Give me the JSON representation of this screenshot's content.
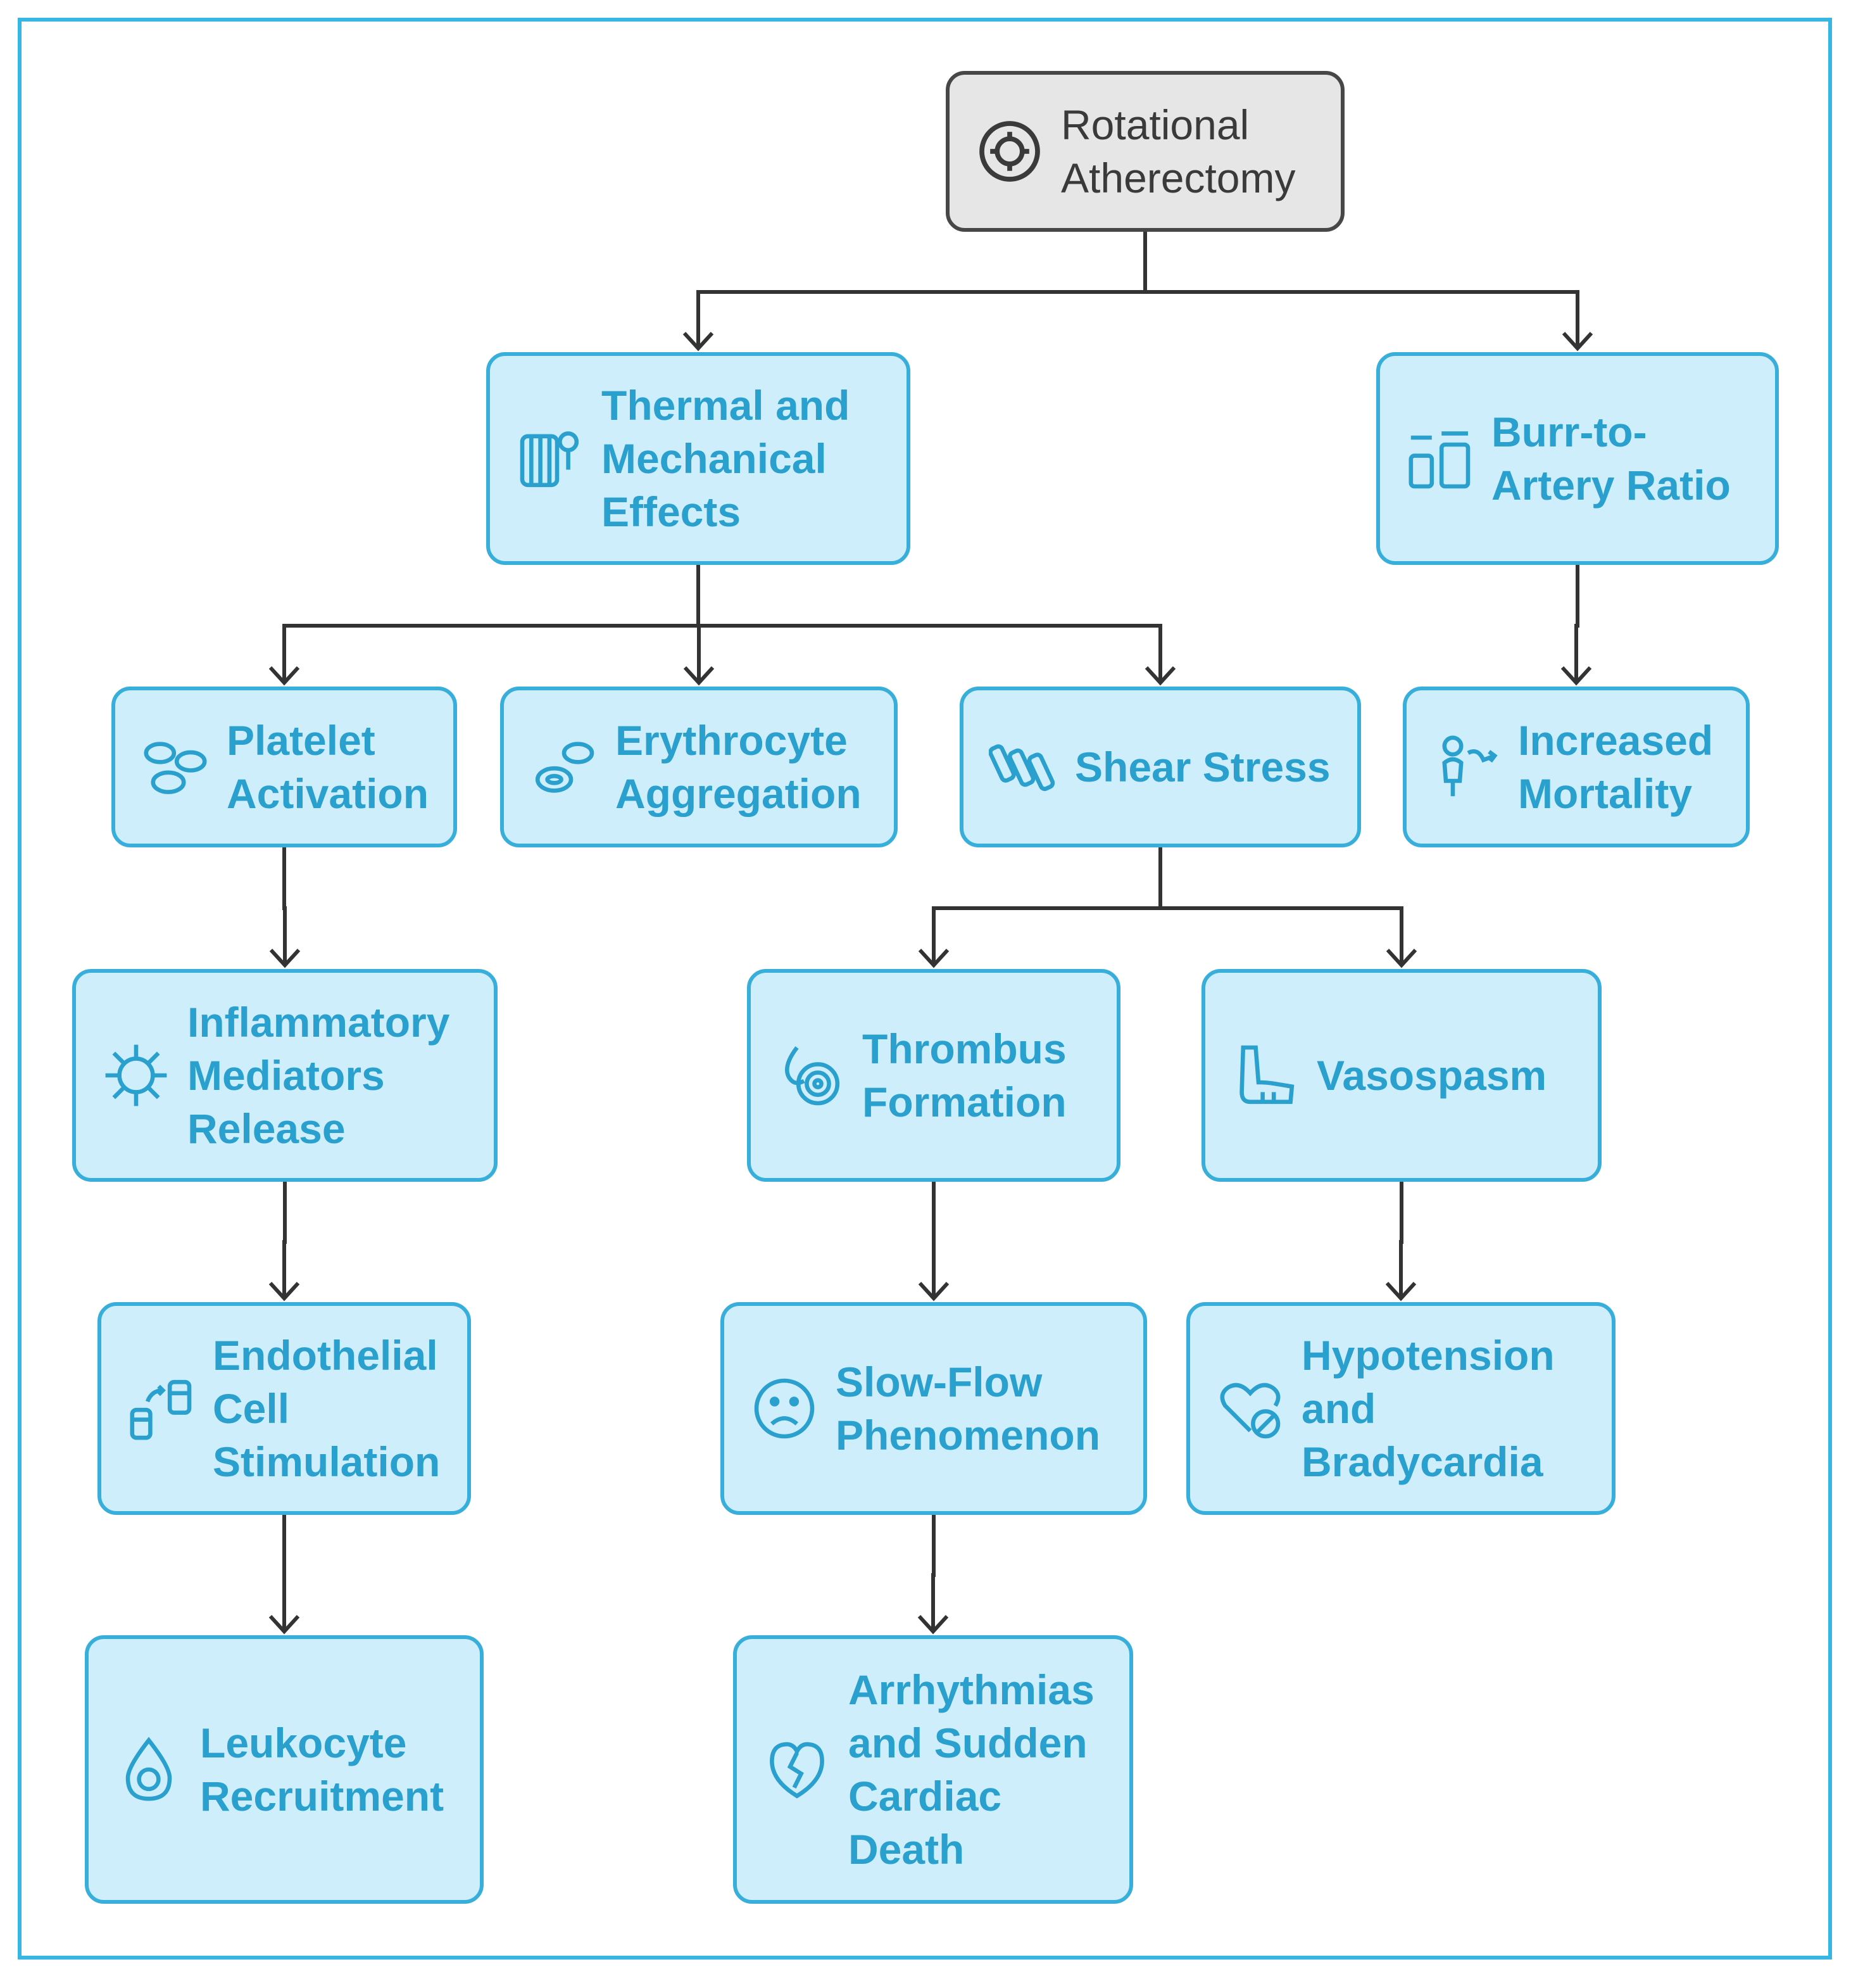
{
  "diagram": {
    "root": {
      "label": "Rotational Atherectomy",
      "icon": "gear-icon"
    },
    "nodes": {
      "thermal": {
        "label": "Thermal and Mechanical Effects",
        "icon": "thermal-mechanical-icon"
      },
      "burr": {
        "label": "Burr-to-Artery Ratio",
        "icon": "ratio-icon"
      },
      "platelet": {
        "label": "Platelet Activation",
        "icon": "platelet-icon"
      },
      "erythrocyte": {
        "label": "Erythrocyte Aggregation",
        "icon": "erythrocyte-icon"
      },
      "shear": {
        "label": "Shear Stress",
        "icon": "shear-stress-icon"
      },
      "mortality": {
        "label": "Increased Mortality",
        "icon": "mortality-icon"
      },
      "inflammatory": {
        "label": "Inflammatory Mediators Release",
        "icon": "virus-icon"
      },
      "thrombus": {
        "label": "Thrombus Formation",
        "icon": "thrombus-icon"
      },
      "vasospasm": {
        "label": "Vasospasm",
        "icon": "vasospasm-icon"
      },
      "endothelial": {
        "label": "Endothelial Cell Stimulation",
        "icon": "cells-icon"
      },
      "slowflow": {
        "label": "Slow-Flow Phenomenon",
        "icon": "sad-face-icon"
      },
      "hypotension": {
        "label": "Hypotension and Bradycardia",
        "icon": "heart-off-icon"
      },
      "leukocyte": {
        "label": "Leukocyte Recruitment",
        "icon": "drop-icon"
      },
      "arrhythmias": {
        "label": "Arrhythmias and Sudden Cardiac Death",
        "icon": "broken-heart-icon"
      }
    },
    "edges": [
      [
        "root",
        "thermal"
      ],
      [
        "root",
        "burr"
      ],
      [
        "thermal",
        "platelet"
      ],
      [
        "thermal",
        "erythrocyte"
      ],
      [
        "thermal",
        "shear"
      ],
      [
        "burr",
        "mortality"
      ],
      [
        "platelet",
        "inflammatory"
      ],
      [
        "shear",
        "thrombus"
      ],
      [
        "shear",
        "vasospasm"
      ],
      [
        "inflammatory",
        "endothelial"
      ],
      [
        "thrombus",
        "slowflow"
      ],
      [
        "vasospasm",
        "hypotension"
      ],
      [
        "endothelial",
        "leukocyte"
      ],
      [
        "slowflow",
        "arrhythmias"
      ]
    ],
    "colors": {
      "node_fill": "#cfeefb",
      "node_border": "#38aedb",
      "node_text": "#2aa0cf",
      "root_fill": "#e6e6e6",
      "root_border": "#474747",
      "edge": "#333333",
      "frame": "#35b6e3"
    }
  }
}
